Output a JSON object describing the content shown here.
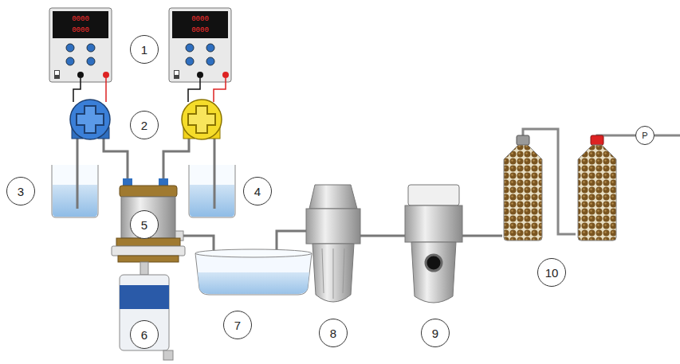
{
  "diagram": {
    "labels": [
      "1",
      "2",
      "3",
      "4",
      "5",
      "6",
      "7",
      "8",
      "9",
      "10",
      "P",
      "0000",
      "0000",
      "0000",
      "0000"
    ]
  }
}
